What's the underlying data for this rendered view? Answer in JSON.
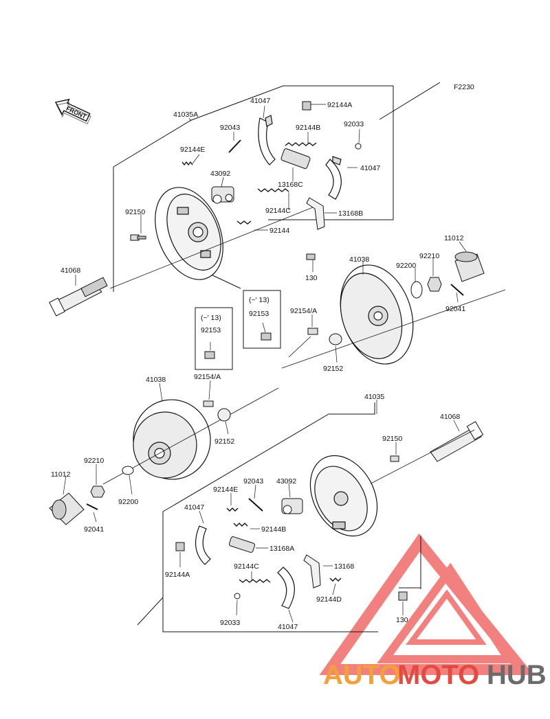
{
  "figure_code": "F2230",
  "front_label": "FRONT",
  "labels": {
    "top": {
      "p41035A": "41035A",
      "p41047a": "41047",
      "p92144A": "92144A",
      "p92043": "92043",
      "p92144B": "92144B",
      "p92033": "92033",
      "p92144E": "92144E",
      "p41047b": "41047",
      "p43092": "43092",
      "p13168C": "13168C",
      "p92144C": "92144C",
      "p13168B": "13168B",
      "p92150": "92150",
      "p92144": "92144",
      "p41068": "41068",
      "p130": "130"
    },
    "middle": {
      "p41038": "41038",
      "p92200": "92200",
      "p92210": "92210",
      "p11012": "11012",
      "p92041": "92041",
      "p92154A": "92154/A",
      "p92152": "92152",
      "box1_note": "(~' 13)",
      "box1_part": "92153",
      "box2_note": "(~' 13)",
      "box2_part": "92153"
    },
    "bottom": {
      "p41038": "41038",
      "p92154A": "92154/A",
      "p92152": "92152",
      "p92210": "92210",
      "p11012": "11012",
      "p92200": "92200",
      "p92041": "92041",
      "p41035": "41035",
      "p41068": "41068",
      "p92150": "92150",
      "p92043": "92043",
      "p43092": "43092",
      "p92144E": "92144E",
      "p41047a": "41047",
      "p92144B": "92144B",
      "p13168A": "13168A",
      "p92144Aa": "92144A",
      "p92144C": "92144C",
      "p13168": "13168",
      "p92144D": "92144D",
      "p92033": "92033",
      "p41047b": "41047",
      "p130": "130"
    }
  },
  "watermark": {
    "part1": "AUTO",
    "part2": "MOTO",
    "part3": "HUB",
    "colors": {
      "orange": "#f3a03a",
      "red": "#e44a3f",
      "gray": "#6b6b6b",
      "triangle": "#f06a68"
    }
  }
}
